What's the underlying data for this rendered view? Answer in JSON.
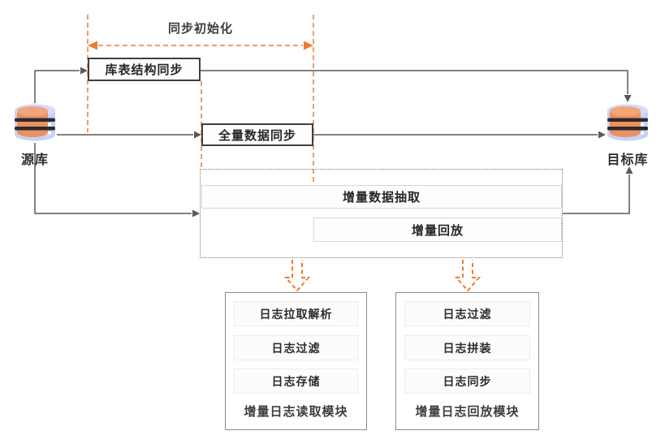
{
  "phase": {
    "label": "同步初始化"
  },
  "databases": {
    "source": {
      "label": "源库"
    },
    "target": {
      "label": "目标库"
    }
  },
  "boxes": {
    "schema_sync": {
      "label": "库表结构同步"
    },
    "full_sync": {
      "label": "全量数据同步"
    },
    "incremental_extract": {
      "label": "增量数据抽取"
    },
    "incremental_replay": {
      "label": "增量回放"
    }
  },
  "modules": [
    {
      "title": "增量日志读取模块",
      "items": [
        "日志拉取解析",
        "日志过滤",
        "日志存储"
      ]
    },
    {
      "title": "增量日志回放模块",
      "items": [
        "日志过滤",
        "日志拼装",
        "日志同步"
      ]
    }
  ],
  "colors": {
    "accent_orange": "#ED7B2F",
    "connector_gray": "#595959",
    "box_border_dark": "#3F3F3F",
    "text_dark": "#262626",
    "db_body_blue": "#C6D3F8",
    "db_disc_orange": "#EF8B50"
  }
}
